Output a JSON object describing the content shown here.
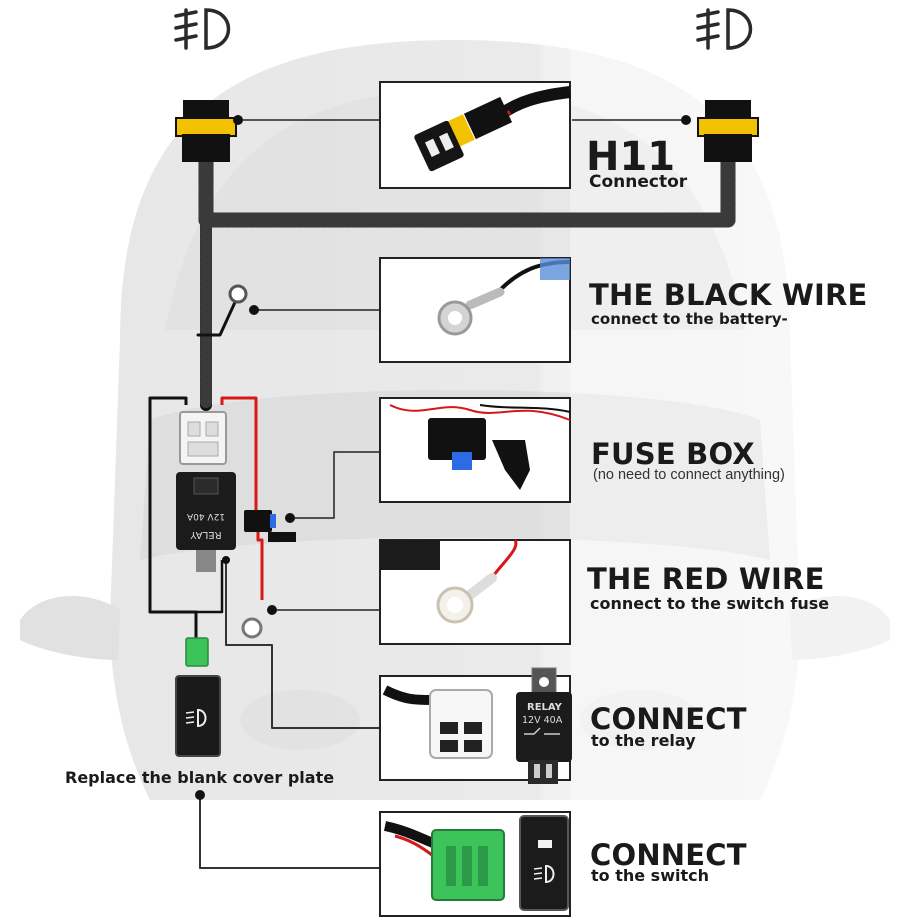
{
  "labels": {
    "h11_title": "H11",
    "h11_sub": "Connector",
    "black_title": "THE BLACK WIRE",
    "black_sub": "connect to the battery-",
    "fuse_title": "FUSE BOX",
    "fuse_sub": "(no need to connect anything)",
    "red_title": "THE RED WIRE",
    "red_sub": "connect to the switch fuse",
    "relay_title": "CONNECT",
    "relay_sub": "to the relay",
    "switch_title": "CONNECT",
    "switch_sub": "to the switch",
    "replace_plate": "Replace the blank cover plate"
  },
  "relay_unit": {
    "brand": "RELAY",
    "rating": "12V 40A"
  },
  "colors": {
    "harness": "#111111",
    "red_wire": "#d81818",
    "connector_yellow": "#f2c200",
    "switch_green": "#3cc35a",
    "car_silhouette": "#e4e4e4",
    "leader_line": "#222222"
  },
  "icons": [
    "fog-light-icon",
    "fog-light-icon"
  ]
}
